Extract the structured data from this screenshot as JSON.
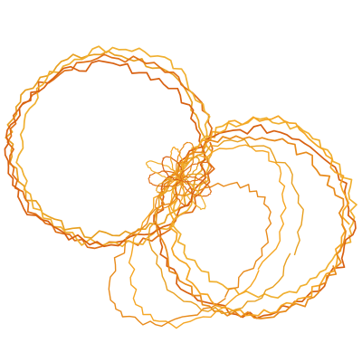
{
  "artwork": {
    "kind": "spirograph",
    "background": "#ffffff",
    "palette": [
      "#e8a020",
      "#e07018",
      "#f0b030",
      "#d86010",
      "#f5a623",
      "#e88a1a"
    ],
    "rings": [
      {
        "name": "left-ring",
        "color": "#e07018"
      },
      {
        "name": "left-ring-outer",
        "color": "#e8a020"
      },
      {
        "name": "right-ring",
        "color": "#d86010"
      },
      {
        "name": "right-ring-outer",
        "color": "#f0b030"
      },
      {
        "name": "center-petals",
        "color": "#f5a623"
      }
    ]
  }
}
